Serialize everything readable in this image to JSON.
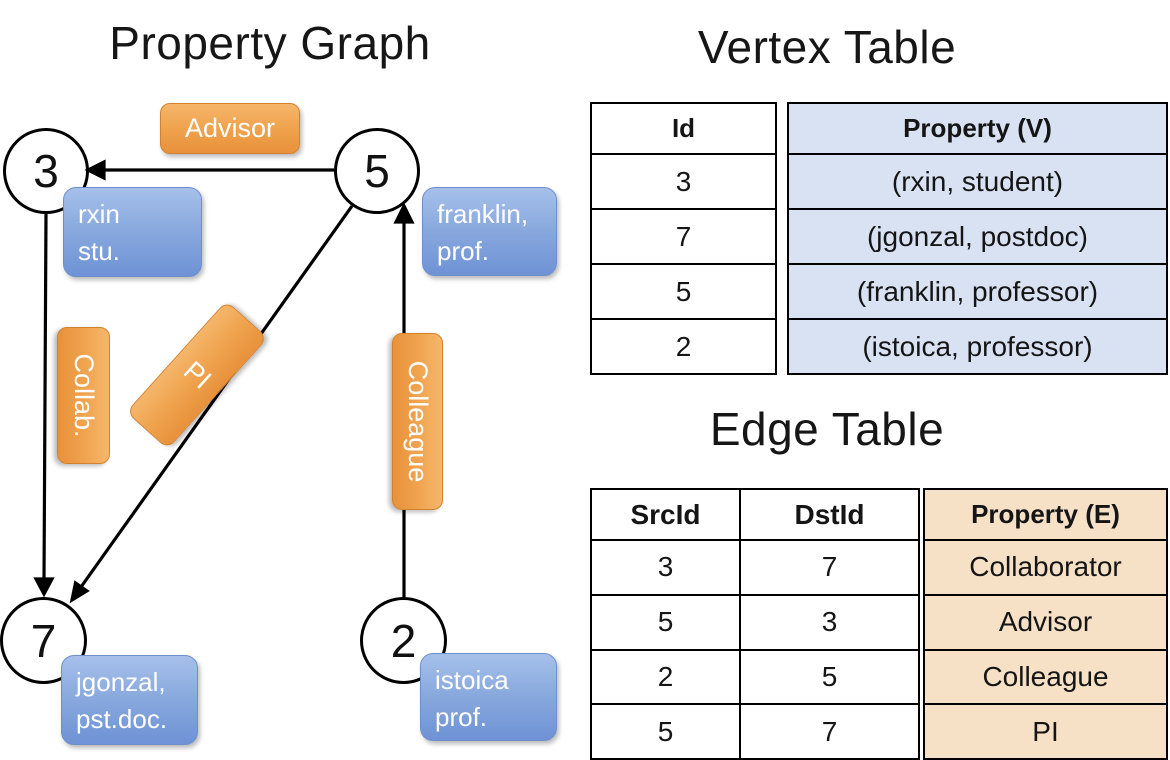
{
  "graph": {
    "title": "Property Graph",
    "nodes": [
      {
        "id": "3",
        "prop_line1": "rxin",
        "prop_line2": "stu."
      },
      {
        "id": "5",
        "prop_line1": "franklin,",
        "prop_line2": "prof."
      },
      {
        "id": "7",
        "prop_line1": "jgonzal,",
        "prop_line2": "pst.doc."
      },
      {
        "id": "2",
        "prop_line1": "istoica",
        "prop_line2": "prof."
      }
    ],
    "edge_labels": {
      "advisor": "Advisor",
      "collab": "Collab.",
      "pi": "PI",
      "colleague": "Colleague"
    }
  },
  "vertex_table": {
    "title": "Vertex Table",
    "columns": {
      "id": "Id",
      "property": "Property (V)"
    },
    "rows": [
      [
        "3",
        "(rxin, student)"
      ],
      [
        "7",
        "(jgonzal, postdoc)"
      ],
      [
        "5",
        "(franklin, professor)"
      ],
      [
        "2",
        "(istoica, professor)"
      ]
    ]
  },
  "edge_table": {
    "title": "Edge Table",
    "columns": {
      "src": "SrcId",
      "dst": "DstId",
      "property": "Property (E)"
    },
    "rows": [
      [
        "3",
        "7",
        "Collaborator"
      ],
      [
        "5",
        "3",
        "Advisor"
      ],
      [
        "2",
        "5",
        "Colleague"
      ],
      [
        "5",
        "7",
        "PI"
      ]
    ]
  },
  "colors": {
    "edge_label_fill": "#efa14b",
    "vertex_box_fill": "#8aaade",
    "vertex_table_property_fill": "#d9e2f3",
    "edge_table_property_fill": "#f6e0c6",
    "line": "#000000"
  }
}
